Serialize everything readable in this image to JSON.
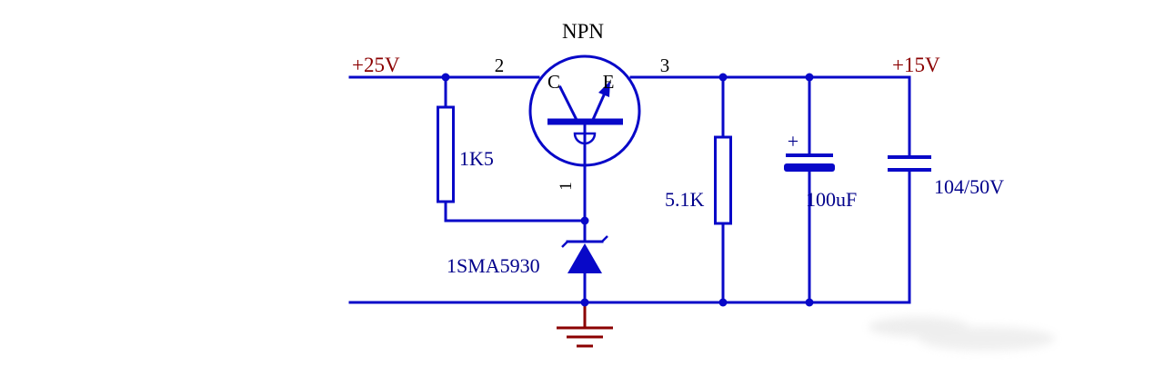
{
  "type": "circuit-schematic",
  "power_labels": {
    "input": "+25V",
    "output": "+15V"
  },
  "net_numbers": {
    "collector_net": "2",
    "emitter_net": "3",
    "base_pin": "1"
  },
  "transistor": {
    "name": "NPN",
    "collector": "C",
    "emitter": "E"
  },
  "components": {
    "series_resistor": "1K5",
    "load_resistor": "5.1K",
    "zener_diode": "1SMA5930",
    "electrolytic_cap": "100uF",
    "electrolytic_cap_polarity": "+",
    "ceramic_cap": "104/50V"
  },
  "colors": {
    "wire": "#0808C8",
    "component_label": "#00008B",
    "power_label": "#8B0000",
    "ground_symbol": "#8B0000",
    "pin_label": "#000000",
    "background": "#FFFFFF"
  }
}
